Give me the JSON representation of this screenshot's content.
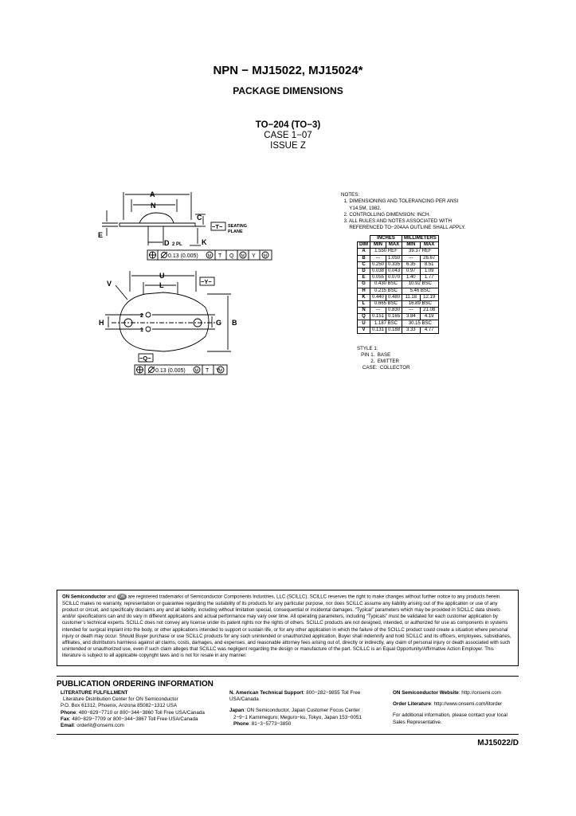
{
  "header": {
    "title": "NPN − MJ15022, MJ15024*",
    "subtitle": "PACKAGE DIMENSIONS"
  },
  "package": {
    "name": "TO−204 (TO−3)",
    "case": "CASE 1−07",
    "issue": "ISSUE Z"
  },
  "drawing": {
    "labels": {
      "A": "A",
      "N": "N",
      "C": "C",
      "T": "−T−",
      "seating": "SEATING",
      "plane": "PLANE",
      "E": "E",
      "D": "D",
      "two_pl": "2 PL",
      "K": "K",
      "tol1_value": "0.13 (0.005)",
      "tol1_m": "M",
      "tol1_refs": [
        "T",
        "Q",
        "M",
        "Y",
        "M"
      ],
      "U": "U",
      "V": "V",
      "L": "L",
      "Y": "−Y−",
      "pin2": "2",
      "pin1": "1",
      "G": "G",
      "B": "B",
      "H": "H",
      "Q": "−Q−",
      "tol2_value": "0.13 (0.005)",
      "tol2_m": "M",
      "tol2_refs": [
        "T",
        "Y",
        "M"
      ]
    }
  },
  "notes": {
    "text": "NOTES:\n  1. DIMENSIONING AND TOLERANCING PER ANSI\n      Y14.5M, 1982.\n  2. CONTROLLING DIMENSION: INCH.\n  3. ALL RULES AND NOTES ASSOCIATED WITH\n      REFERENCED TO−204AA OUTLINE SHALL APPLY."
  },
  "dim_table": {
    "group_headers": [
      "INCHES",
      "MILLIMETERS"
    ],
    "headers": [
      "DIM",
      "MIN",
      "MAX",
      "MIN",
      "MAX"
    ],
    "rows": [
      [
        "A",
        "1.550 REF",
        null,
        "39.37 REF",
        null
      ],
      [
        "B",
        "---",
        "1.050",
        "---",
        "26.67"
      ],
      [
        "C",
        "0.250",
        "0.335",
        "6.35",
        "8.51"
      ],
      [
        "D",
        "0.038",
        "0.043",
        "0.97",
        "1.09"
      ],
      [
        "E",
        "0.055",
        "0.070",
        "1.40",
        "1.77"
      ],
      [
        "G",
        "0.430 BSC",
        null,
        "10.92 BSC",
        null
      ],
      [
        "H",
        "0.215 BSC",
        null,
        "5.46 BSC",
        null
      ],
      [
        "K",
        "0.440",
        "0.480",
        "11.18",
        "12.19"
      ],
      [
        "L",
        "0.665 BSC",
        null,
        "16.89 BSC",
        null
      ],
      [
        "N",
        "---",
        "0.830",
        "---",
        "21.08"
      ],
      [
        "Q",
        "0.151",
        "0.165",
        "3.84",
        "4.19"
      ],
      [
        "U",
        "1.187 BSC",
        null,
        "30.15 BSC",
        null
      ],
      [
        "V",
        "0.131",
        "0.188",
        "3.33",
        "4.77"
      ]
    ]
  },
  "style": {
    "text": "STYLE 1:\n   PIN 1.  BASE\n          2.  EMITTER\n    CASE:  COLLECTOR"
  },
  "disclaimer": {
    "brand": "ON Semiconductor",
    "and": " and ",
    "logo": "ON",
    "text": " are registered trademarks of Semiconductor Components Industries, LLC (SCILLC).  SCILLC reserves the right to make changes without further notice to any products herein.  SCILLC makes no warranty, representation or guarantee regarding the suitability of its products for any particular purpose, nor does SCILLC assume any liability arising out of the application or use of any product or circuit, and specifically disclaims any and all liability, including without limitation special, consequential or incidental damages. “Typical” parameters which may be provided in SCILLC data sheets and/or specifications can and do vary in different applications and actual performance may vary over time.  All operating parameters, including “Typicals” must be validated for each customer application by customer’s technical experts.  SCILLC does not convey any license under its patent rights nor the rights of others.  SCILLC products are not designed, intended, or authorized for use as components in systems intended for surgical implant into the body, or other applications intended to support or sustain life, or for any other application in which the failure of the SCILLC product could create a situation where personal injury or death may occur.  Should Buyer purchase or use SCILLC products for any such unintended or unauthorized application, Buyer shall indemnify and hold SCILLC and its officers, employees, subsidiaries, affiliates, and distributors harmless against all claims, costs, damages, and expenses, and reasonable attorney fees arising out of, directly or indirectly, any claim of personal injury or death associated with such unintended or unauthorized use, even if such claim alleges that SCILLC was negligent regarding the design or manufacture of the part.  SCILLC is an Equal Opportunity/Affirmative Action Employer.  This literature is subject to all applicable copyright laws and is not for resale in any manner."
  },
  "publication": {
    "heading": "PUBLICATION ORDERING INFORMATION",
    "lit_title": "LITERATURE FULFILLMENT",
    "lit_line1": "Literature Distribution Center for ON Semiconductor",
    "lit_line2": "P.O. Box 61312, Phoenix, Arizona 85082−1312 USA",
    "phone_label": "Phone",
    "phone_text": ": 480−829−7710 or 800−344−3860 Toll Free USA/Canada",
    "fax_label": "Fax",
    "fax_text": ": 480−829−7709 or 800−344−3867 Toll Free USA/Canada",
    "email_label": "Email",
    "email_text": ": orderlit@onsemi.com",
    "na_label": "N. American Technical Support",
    "na_text": ": 800−282−9855 Toll Free USA/Canada",
    "japan_label": "Japan",
    "japan_text": ": ON Semiconductor, Japan Customer Focus Center",
    "japan_line2": "2−9−1 Kamimeguro, Meguro−ku, Tokyo, Japan 153−0051",
    "jphone_label": "Phone",
    "jphone_text": ": 81−3−5773−3850",
    "web_label": "ON Semiconductor Website",
    "web_text": ":  http://onsemi.com",
    "order_label": "Order Literature",
    "order_text": ": http://www.onsemi.com/litorder",
    "info_text": "For additional information, please contact your local Sales Representative.",
    "doc_number": "MJ15022/D"
  }
}
